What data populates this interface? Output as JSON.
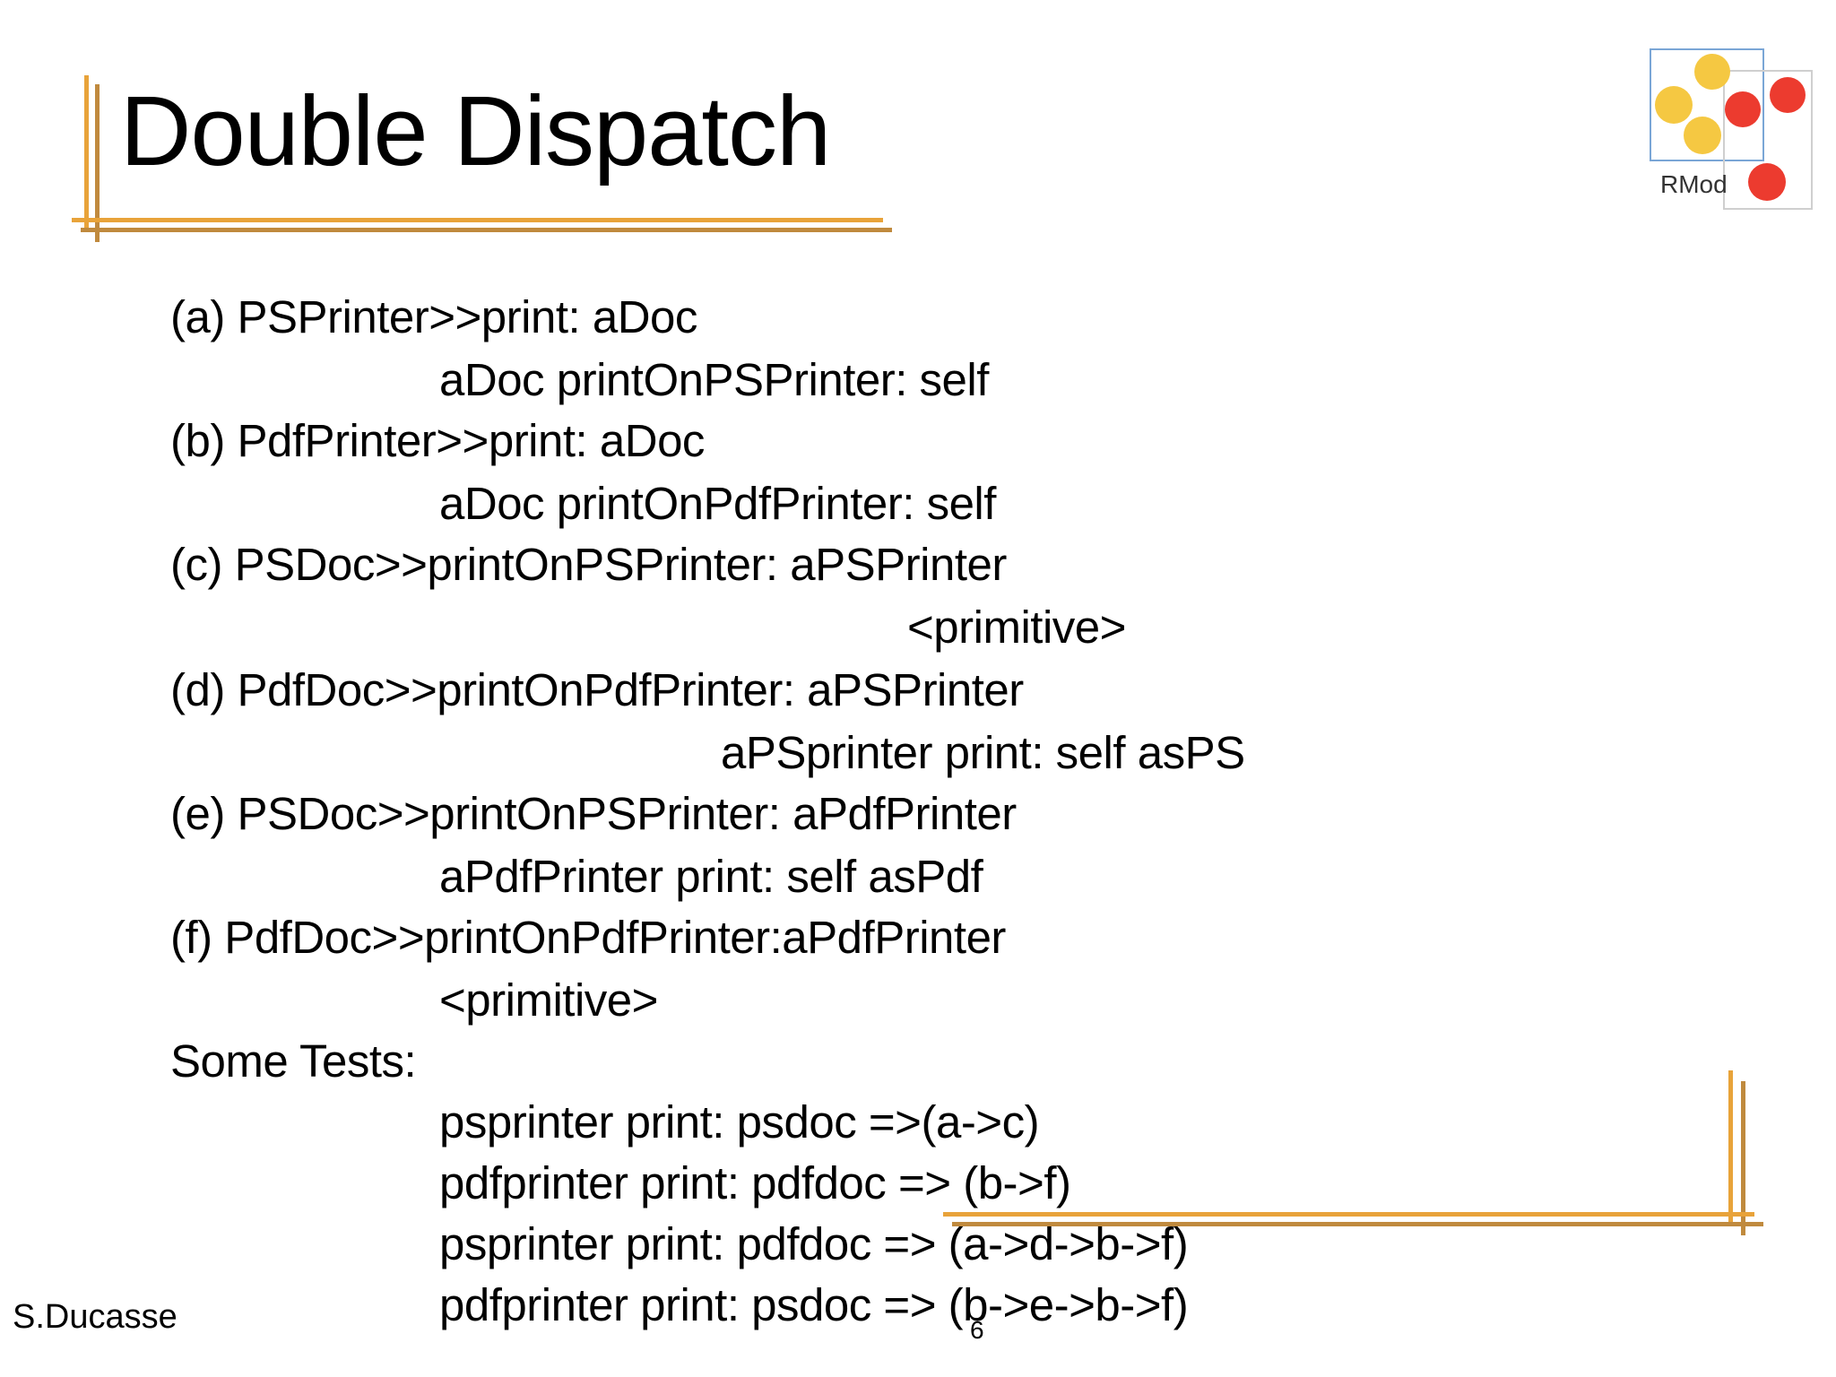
{
  "slide": {
    "title": "Double Dispatch",
    "author": "S.Ducasse",
    "page_number": "6",
    "logo_text": "RMod",
    "lines": [
      "(a) PSPrinter>>print: aDoc",
      "aDoc printOnPSPrinter: self",
      "(b) PdfPrinter>>print: aDoc",
      "aDoc printOnPdfPrinter: self",
      "(c) PSDoc>>printOnPSPrinter: aPSPrinter",
      "<primitive>",
      "(d) PdfDoc>>printOnPdfPrinter: aPSPrinter",
      "aPSprinter print: self asPS",
      "(e) PSDoc>>printOnPSPrinter: aPdfPrinter",
      "aPdfPrinter print: self asPdf",
      "(f) PdfDoc>>printOnPdfPrinter:aPdfPrinter",
      "<primitive>",
      "Some Tests:",
      "psprinter print: psdoc =>(a->c)",
      "pdfprinter print: pdfdoc => (b->f)",
      "psprinter print: pdfdoc => (a->d->b->f)",
      "pdfprinter print: psdoc => (b->e->b->f)"
    ]
  },
  "colors": {
    "accent": "#e8a33a",
    "accent_dark": "#c08a3e",
    "logo_yellow": "#f5c842",
    "logo_red": "#ec3b2f",
    "logo_border": "#7aa6d6"
  }
}
